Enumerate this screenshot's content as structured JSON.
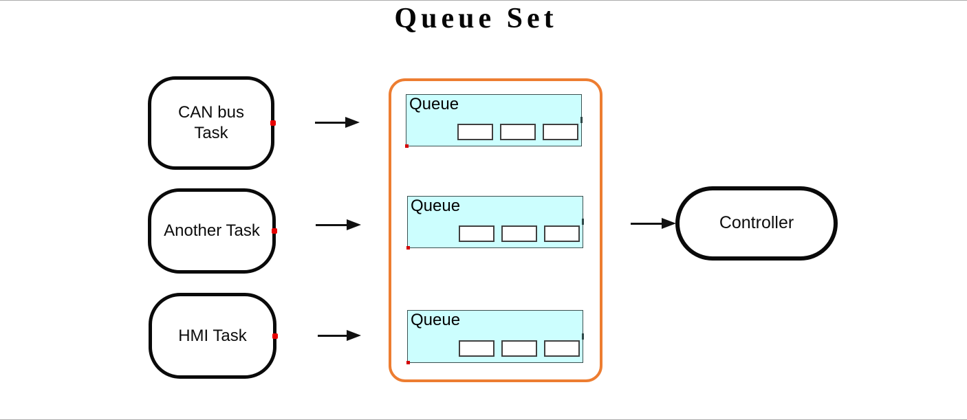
{
  "title": "Queue Set",
  "tasks": [
    {
      "label": "CAN bus Task",
      "lines": [
        "CAN bus",
        "Task"
      ]
    },
    {
      "label": "Another Task",
      "lines": [
        "Another Task"
      ]
    },
    {
      "label": "HMI Task",
      "lines": [
        "HMI Task"
      ]
    }
  ],
  "queue_set": {
    "queues": [
      {
        "label": "Queue",
        "slot_count": 3
      },
      {
        "label": "Queue",
        "slot_count": 3
      },
      {
        "label": "Queue",
        "slot_count": 3
      }
    ]
  },
  "controller": {
    "label": "Controller"
  },
  "colors": {
    "queue_fill": "#ccfefe",
    "queue_border": "#3a4f4f",
    "container_border": "#ed7d31",
    "node_border": "#0a0a0a",
    "connection_dot": "#e60000",
    "arrow": "#111111"
  }
}
